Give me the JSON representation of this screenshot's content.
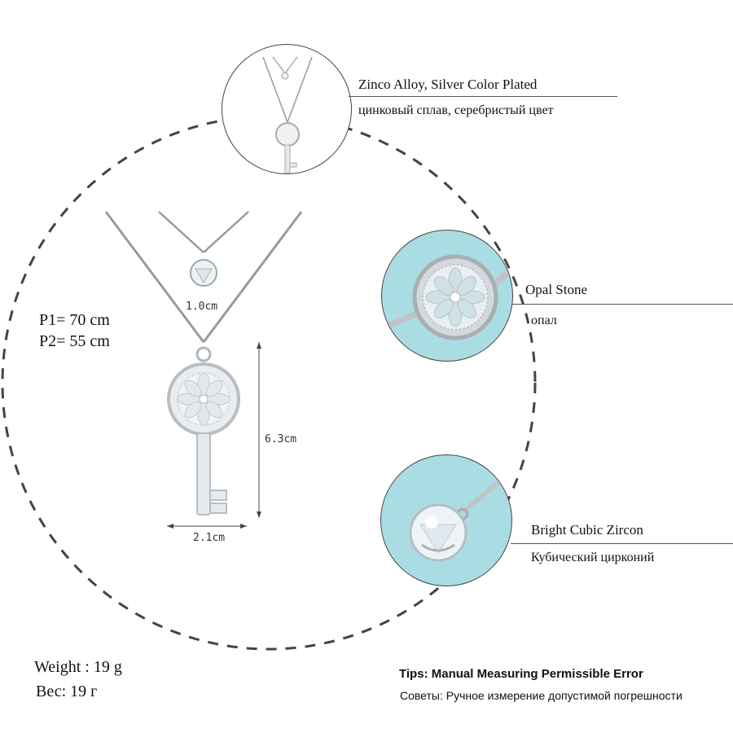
{
  "callouts": {
    "material": {
      "en": "Zinco Alloy, Silver Color Plated",
      "ru": "цинковый сплав, серебристый цвет"
    },
    "opal": {
      "en": "Opal Stone",
      "ru": "опал"
    },
    "zircon": {
      "en": "Bright Cubic Zircon",
      "ru": "Кубический цирконий"
    }
  },
  "lengths": {
    "p1": "P1= 70 cm",
    "p2": "P2= 55 cm"
  },
  "dimensions": {
    "small_pendant": "1.0cm",
    "key_height": "6.3cm",
    "key_width": "2.1cm"
  },
  "weight": {
    "en": "Weight : 19 g",
    "ru": "Вес: 19 г"
  },
  "tips": {
    "en": "Tips: Manual Measuring Permissible Error",
    "ru": "Советы: Ручное измерение допустимой погрешности"
  },
  "colors": {
    "silver": "#c9ccd0",
    "opal_bg": "#a9dde3",
    "line": "#555555",
    "dash": "#444444"
  }
}
